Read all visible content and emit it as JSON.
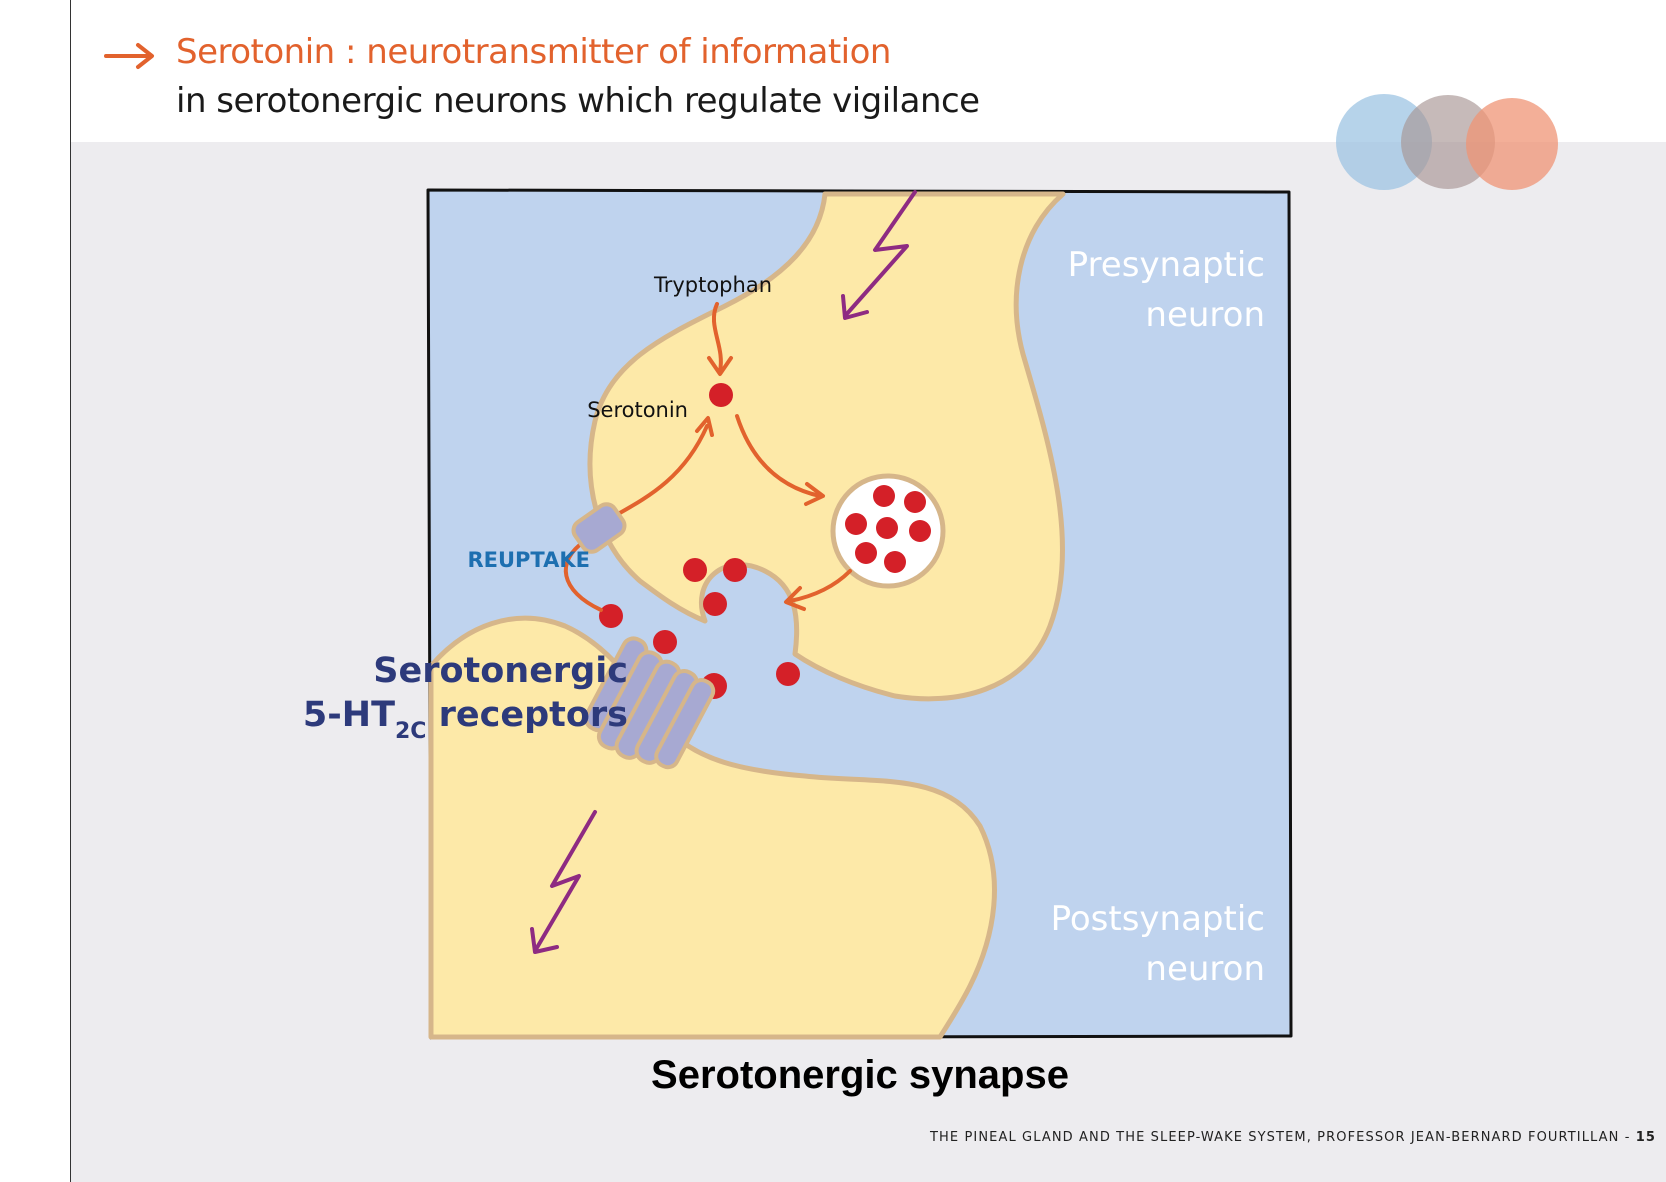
{
  "header": {
    "title_line1": "Serotonin : neurotransmitter of information",
    "title_line2": "in serotonergic neurons which regulate vigilance",
    "arrow_icon": "right-arrow-icon",
    "decor_icon": "overlapping-circles-icon"
  },
  "diagram": {
    "label_tryptophan": "Tryptophan",
    "label_serotonin": "Serotonin",
    "label_reuptake": "REUPTAKE",
    "label_receptors_line1": "Serotonergic",
    "label_receptors_line2_pre": "5-HT",
    "label_receptors_subscript": "2C",
    "label_receptors_line2_post": " receptors",
    "label_presynaptic_line1": "Presynaptic",
    "label_presynaptic_line2": "neuron",
    "label_postsynaptic_line1": "Postsynaptic",
    "label_postsynaptic_line2": "neuron",
    "caption": "Serotonergic synapse"
  },
  "footer": {
    "text": "THE PINEAL GLAND AND THE SLEEP-WAKE SYSTEM, PROFESSOR JEAN-BERNARD FOURTILLAN - ",
    "page_number": "15"
  },
  "colors": {
    "accent_orange": "#e2622d",
    "title_dark": "#1a1a1a",
    "navy": "#2d3a7b",
    "reuptake_blue": "#1d6fb0",
    "synapse_blue": "#bfd3ee",
    "neuron_yellow": "#fde9a8",
    "membrane_tan": "#d6b68a",
    "serotonin_red": "#d42028",
    "signal_purple": "#8e2b82",
    "receptor_lavender": "#a7a9d2",
    "background_gray": "#edecef"
  }
}
